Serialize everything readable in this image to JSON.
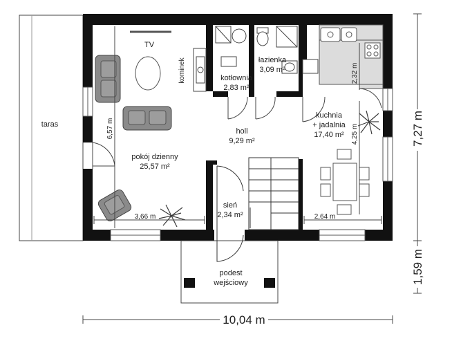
{
  "rooms": {
    "taras": {
      "name": "taras"
    },
    "salon": {
      "name": "pokój dzienny",
      "area": "25,57 m²"
    },
    "kominek": {
      "name": "kominek"
    },
    "tv": {
      "name": "TV"
    },
    "kotlownia": {
      "name": "kotłownia",
      "area": "2,83 m²"
    },
    "lazienka": {
      "name": "łazienka",
      "area": "3,09 m²"
    },
    "hol": {
      "name": "holl",
      "area": "9,29 m²"
    },
    "kuchnia": {
      "name_line1": "kuchnia",
      "name_line2": "+ jadalnia",
      "area": "17,40 m²"
    },
    "sien": {
      "name": "sień",
      "area": "2,34 m²"
    },
    "podest": {
      "name_line1": "podest",
      "name_line2": "wejściowy"
    }
  },
  "dimensions": {
    "width_total": "10,04 m",
    "height_total": "7,27 m",
    "podest_depth": "1,59 m",
    "salon_width": "3,66 m",
    "salon_depth": "6,57 m",
    "kitchen_width": "2,64 m",
    "kitchen_depth": "4,25 m",
    "counter_depth": "2,32 m"
  },
  "colors": {
    "wall": "#111111",
    "floor": "#ffffff",
    "counter": "#dcdcdc",
    "furniture": "#8a8a8a",
    "plant": "#3a3a3a"
  }
}
